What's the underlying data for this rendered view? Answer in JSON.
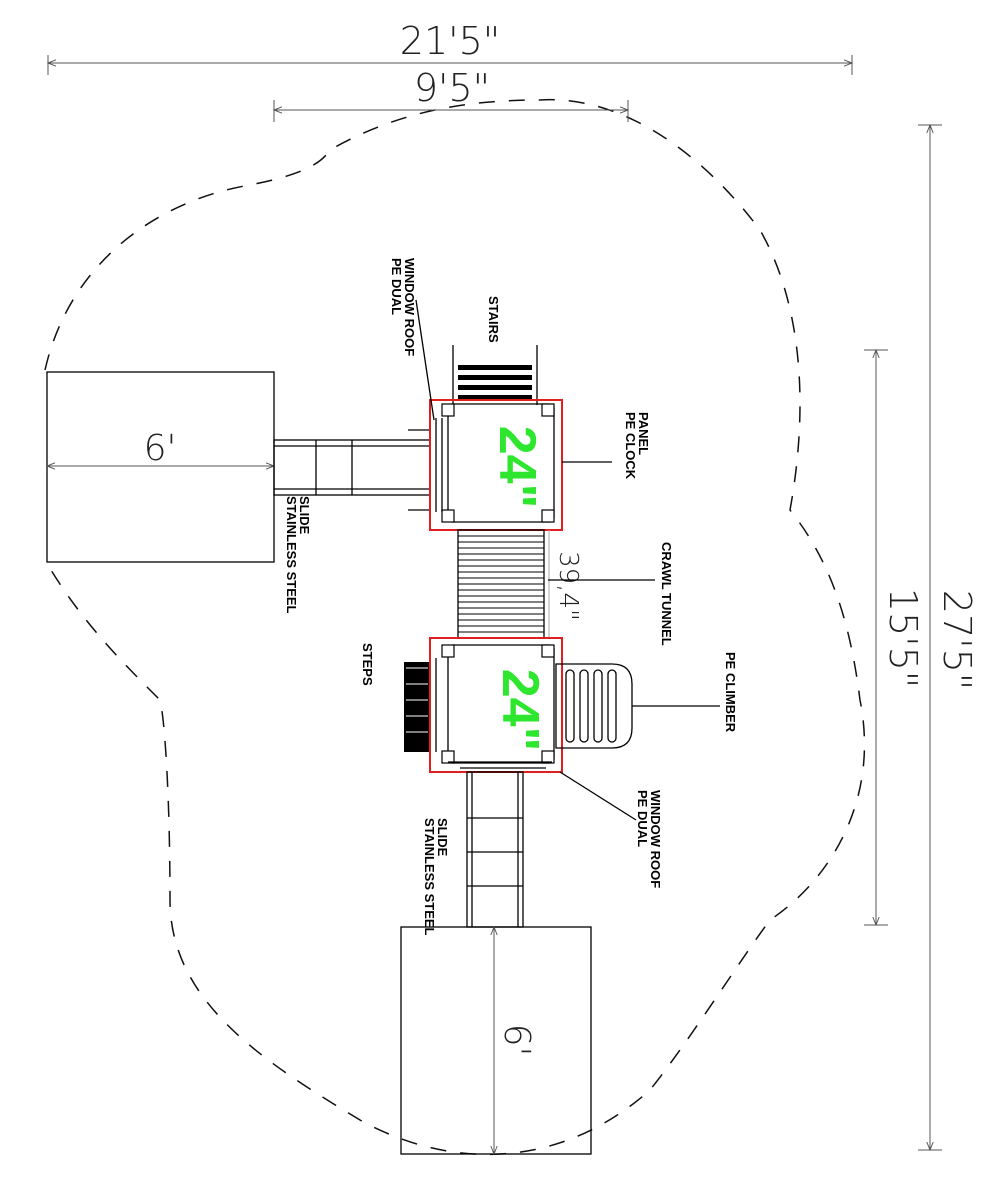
{
  "dimensions": {
    "overall_width": "21'5\"",
    "platform_span": "9'5\"",
    "overall_depth": "27'5\"",
    "structure_depth": "15'5\"",
    "tunnel_length": "39,4\"",
    "slide_runout_left": "6'",
    "slide_runout_bottom": "6'"
  },
  "platforms": {
    "upper_height": "24\"",
    "lower_height": "24\""
  },
  "labels": {
    "roof_upper": "PE DUAL WINDOW ROOF",
    "stairs": "STAIRS",
    "clock_panel": "PE CLOCK PANEL",
    "slide_left": "STAINLESS STEEL SLIDE",
    "crawl_tunnel": "CRAWL TUNNEL",
    "steps": "STEPS",
    "climber": "PE CLIMBER",
    "roof_lower": "PE DUAL WINDOW ROOF",
    "slide_bottom": "STAINLESS STEEL SLIDE"
  },
  "colors": {
    "platform_outline": "#e02020",
    "height_text": "#2ee62e",
    "lines": "#000000"
  }
}
